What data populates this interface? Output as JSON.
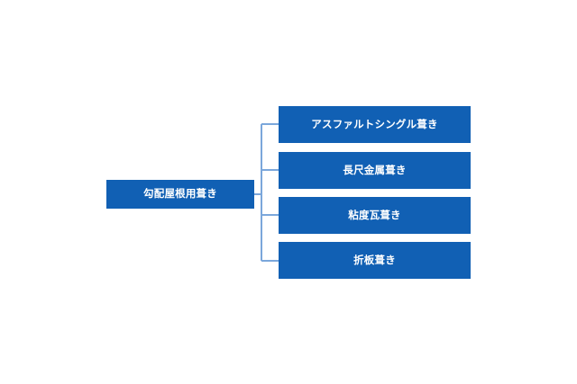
{
  "diagram": {
    "type": "org-chart",
    "orientation": "horizontal-left-to-right",
    "background_color": "#ffffff",
    "node_fill_color": "#1160b4",
    "node_text_color": "#ffffff",
    "connector_color": "#7ba7db",
    "root": {
      "label": "勾配屋根用葺き"
    },
    "children": [
      {
        "label": "アスファルトシングル葺き"
      },
      {
        "label": "長尺金属葺き"
      },
      {
        "label": "粘度瓦葺き"
      },
      {
        "label": "折板葺き"
      }
    ]
  }
}
